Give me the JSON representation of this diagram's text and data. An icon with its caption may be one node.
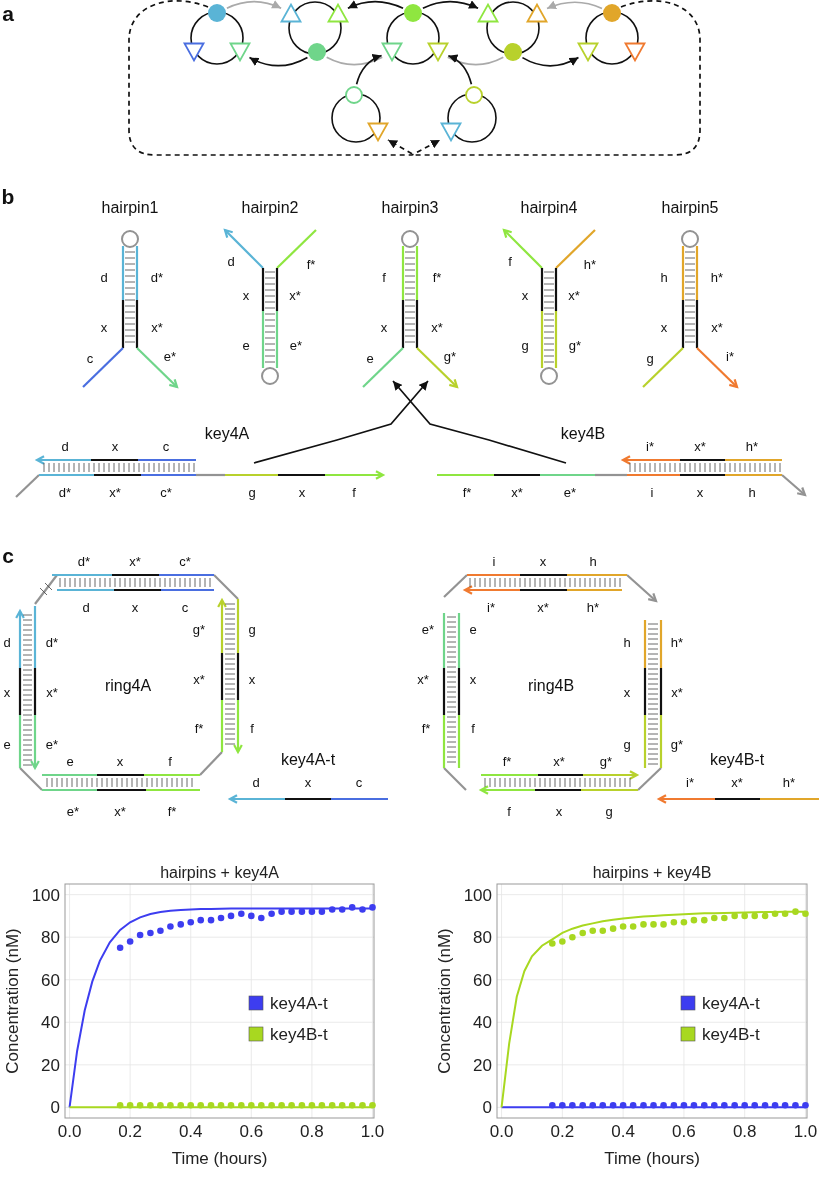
{
  "diagram": {
    "nodes": [
      {
        "text": [],
        "shape": "circle"
      },
      {
        "text": [],
        "shape": "triangle"
      },
      {
        "text": [],
        "shape": "triangle"
      },
      {
        "text": [],
        "shape": "circle"
      },
      {
        "text": [],
        "shape": "triangle"
      },
      {
        "text": [],
        "shape": "triangle"
      },
      {
        "text": [],
        "shape": "circle"
      },
      {
        "text": [],
        "shape": "triangle"
      },
      {
        "text": [],
        "shape": "triangle"
      },
      {
        "text": [],
        "shape": "circle"
      },
      {
        "text": [],
        "shape": "triangle"
      },
      {
        "text": [],
        "shape": "triangle"
      },
      {
        "text": [],
        "shape": "circle"
      },
      {
        "text": [],
        "shape": "triangle"
      },
      {
        "text": [],
        "shape": "triangle"
      },
      {
        "text": [],
        "shape": "circle"
      },
      {
        "text": [],
        "shape": "circle"
      },
      {
        "text": [],
        "shape": "triangle"
      },
      {
        "text": [],
        "shape": "triangle"
      },
      {
        "text": [
          "hairpin1"
        ]
      },
      {
        "text": [
          "hairpin2"
        ]
      },
      {
        "text": [
          "hairpin3"
        ]
      },
      {
        "text": [
          "hairpin4"
        ]
      },
      {
        "text": [
          "hairpin5"
        ]
      },
      {
        "text": [
          "key4A"
        ]
      },
      {
        "text": [
          "key4B"
        ]
      }
    ],
    "edges": [
      {
        "from": 0,
        "to": 1,
        "arrow": "to",
        "color": "#aaaaaa"
      },
      {
        "from": 3,
        "to": 2,
        "arrow": "to"
      },
      {
        "from": 3,
        "to": 4,
        "arrow": "to"
      },
      {
        "from": 6,
        "to": 5,
        "arrow": "to",
        "color": "#aaaaaa"
      },
      {
        "from": 9,
        "to": 8,
        "arrow": "to"
      },
      {
        "from": 9,
        "to": 10,
        "arrow": "none",
        "color": "#aaaaaa"
      },
      {
        "from": 15,
        "to": 10,
        "arrow": "to"
      },
      {
        "from": 12,
        "to": 11,
        "arrow": "none",
        "color": "#aaaaaa"
      },
      {
        "from": 16,
        "to": 11,
        "arrow": "to"
      },
      {
        "from": 12,
        "to": 13,
        "arrow": "to"
      },
      {
        "from": 0,
        "to": 18,
        "arrow": "to",
        "style": "dashed"
      },
      {
        "from": 6,
        "to": 17,
        "arrow": "to",
        "style": "dashed"
      },
      {
        "from": 24,
        "to": 21,
        "arrow": "to"
      },
      {
        "from": 25,
        "to": 21,
        "arrow": "to"
      }
    ],
    "labels": [
      "a",
      "b",
      "d",
      "d*",
      "x",
      "x*",
      "c",
      "e*",
      "d",
      "f*",
      "x",
      "x*",
      "e",
      "e*",
      "f",
      "f*",
      "x",
      "x*",
      "e",
      "g*",
      "f",
      "h*",
      "x",
      "x*",
      "g",
      "g*",
      "h",
      "h*",
      "x",
      "x*",
      "g",
      "i*",
      "d",
      "x",
      "c",
      "d*",
      "x*",
      "c*",
      "g",
      "x",
      "f",
      "i*",
      "x*",
      "h*",
      "f*",
      "x*",
      "e*",
      "i",
      "x",
      "h",
      "c",
      "d*",
      "x*",
      "c*",
      "d",
      "x",
      "c",
      "d",
      "d*",
      "g*",
      "g",
      "x",
      "x*",
      "ring4A",
      "x*",
      "x",
      "e",
      "e*",
      "f*",
      "f",
      "e",
      "x",
      "f",
      "key4A-t",
      "d",
      "x",
      "c",
      "e*",
      "x*",
      "f*",
      "i",
      "x",
      "h",
      "i*",
      "x*",
      "h*",
      "e*",
      "e",
      "h",
      "h*",
      "x*",
      "x",
      "ring4B",
      "x",
      "x*",
      "f*",
      "f",
      "g",
      "g*",
      "f*",
      "x*",
      "g*",
      "key4B-t",
      "i*",
      "x*",
      "h*",
      "f",
      "x",
      "g"
    ],
    "chart_data": [
      {
        "type": "line",
        "title": "hairpins + key4A",
        "xlabel": "Time (hours)",
        "ylabel": "Concentration (nM)",
        "xlim": [
          -0.015,
          1.005
        ],
        "ylim": [
          -5,
          105
        ],
        "xticks": [
          {
            "value": 0,
            "label": "0.0"
          },
          {
            "value": 0.2,
            "label": "0.2"
          },
          {
            "value": 0.4,
            "label": "0.4"
          },
          {
            "value": 0.6,
            "label": "0.6"
          },
          {
            "value": 0.8,
            "label": "0.8"
          },
          {
            "value": 1,
            "label": "1.0"
          }
        ],
        "yticks": [
          0,
          20,
          40,
          60,
          80,
          100
        ],
        "grid": true,
        "legend": true,
        "x": [
          0,
          0.025,
          0.05,
          0.075,
          0.1,
          0.133,
          0.167,
          0.2,
          0.233,
          0.267,
          0.3,
          0.333,
          0.367,
          0.4,
          0.433,
          0.467,
          0.5,
          0.533,
          0.567,
          0.6,
          0.633,
          0.667,
          0.7,
          0.733,
          0.767,
          0.8,
          0.833,
          0.867,
          0.9,
          0.933,
          0.967,
          1.0
        ],
        "series": [
          {
            "color": "#3d3df0",
            "marker": "none",
            "values": [
              0,
              26.5,
              45.5,
              59.1,
              68.9,
              77.6,
              83.4,
              87,
              89.3,
              90.9,
              91.8,
              92.4,
              92.8,
              93,
              93.2,
              93.3,
              93.4,
              93.5,
              93.5,
              93.5,
              93.5,
              93.5,
              93.5,
              93.5,
              93.5,
              93.5,
              93.5,
              93.5,
              93.5,
              93.5,
              93.5,
              93.5
            ]
          },
          {
            "color": "#a8d820",
            "marker": "none",
            "values": [
              0,
              0,
              0,
              0,
              0,
              0,
              0,
              0,
              0,
              0,
              0,
              0,
              0,
              0,
              0,
              0,
              0,
              0,
              0,
              0,
              0,
              0,
              0,
              0,
              0,
              0,
              0,
              0,
              0,
              0,
              0,
              0
            ]
          },
          {
            "name": "key4A-t",
            "color": "#3d3df0",
            "type": "scatter",
            "marker": "circle",
            "values": [
              null,
              null,
              null,
              null,
              null,
              null,
              75,
              78,
              81,
              82,
              83,
              85,
              86,
              87,
              88,
              88,
              89,
              90,
              91,
              90,
              89,
              91,
              92,
              92,
              92,
              92,
              92,
              93,
              93,
              94,
              93,
              94
            ]
          },
          {
            "name": "key4B-t",
            "color": "#a8d820",
            "type": "scatter",
            "marker": "circle",
            "values": [
              null,
              null,
              null,
              null,
              null,
              null,
              1,
              1,
              1,
              1,
              1,
              1,
              1,
              1,
              1,
              1,
              1,
              1,
              1,
              1,
              1,
              1,
              1,
              1,
              1,
              1,
              1,
              1,
              1,
              1,
              1,
              1
            ]
          }
        ]
      },
      {
        "type": "line",
        "title": "hairpins + key4B",
        "xlabel": "Time (hours)",
        "ylabel": "Concentration (nM)",
        "xlim": [
          -0.015,
          1.005
        ],
        "ylim": [
          -5,
          105
        ],
        "xticks": [
          {
            "value": 0,
            "label": "0.0"
          },
          {
            "value": 0.2,
            "label": "0.2"
          },
          {
            "value": 0.4,
            "label": "0.4"
          },
          {
            "value": 0.6,
            "label": "0.6"
          },
          {
            "value": 0.8,
            "label": "0.8"
          },
          {
            "value": 1,
            "label": "1.0"
          }
        ],
        "yticks": [
          0,
          20,
          40,
          60,
          80,
          100
        ],
        "grid": true,
        "legend": true,
        "x": [
          0,
          0.025,
          0.05,
          0.075,
          0.1,
          0.133,
          0.167,
          0.2,
          0.233,
          0.267,
          0.3,
          0.333,
          0.367,
          0.4,
          0.433,
          0.467,
          0.5,
          0.533,
          0.567,
          0.6,
          0.633,
          0.667,
          0.7,
          0.733,
          0.767,
          0.8,
          0.833,
          0.867,
          0.9,
          0.933,
          0.967,
          1.0
        ],
        "series": [
          {
            "color": "#3d3df0",
            "marker": "none",
            "values": [
              0,
              0,
              0,
              0,
              0,
              0,
              0,
              0,
              0,
              0,
              0,
              0,
              0,
              0,
              0,
              0,
              0,
              0,
              0,
              0,
              0,
              0,
              0,
              0,
              0,
              0,
              0,
              0,
              0,
              0,
              0,
              0
            ]
          },
          {
            "color": "#a8d820",
            "marker": "none",
            "values": [
              0,
              30,
              52,
              64,
              71,
              76,
              79,
              82,
              84,
              85.5,
              86.5,
              87.5,
              88.2,
              88.8,
              89.3,
              89.7,
              90,
              90.3,
              90.6,
              90.8,
              91,
              91.2,
              91.3,
              91.4,
              91.5,
              91.6,
              91.7,
              91.8,
              91.8,
              91.9,
              91.9,
              92
            ]
          },
          {
            "name": "key4A-t",
            "color": "#3d3df0",
            "type": "scatter",
            "marker": "circle",
            "values": [
              null,
              null,
              null,
              null,
              null,
              null,
              1,
              1,
              1,
              1,
              1,
              1,
              1,
              1,
              1,
              1,
              1,
              1,
              1,
              1,
              1,
              1,
              1,
              1,
              1,
              1,
              1,
              1,
              1,
              1,
              1,
              1
            ]
          },
          {
            "name": "key4B-t",
            "color": "#a8d820",
            "type": "scatter",
            "marker": "circle",
            "values": [
              null,
              null,
              null,
              null,
              null,
              null,
              77,
              78,
              80,
              82,
              83,
              83,
              84,
              85,
              85,
              86,
              86,
              86,
              87,
              87,
              88,
              88,
              89,
              89,
              90,
              90,
              90,
              90,
              91,
              91,
              92,
              91
            ]
          }
        ]
      }
    ]
  }
}
